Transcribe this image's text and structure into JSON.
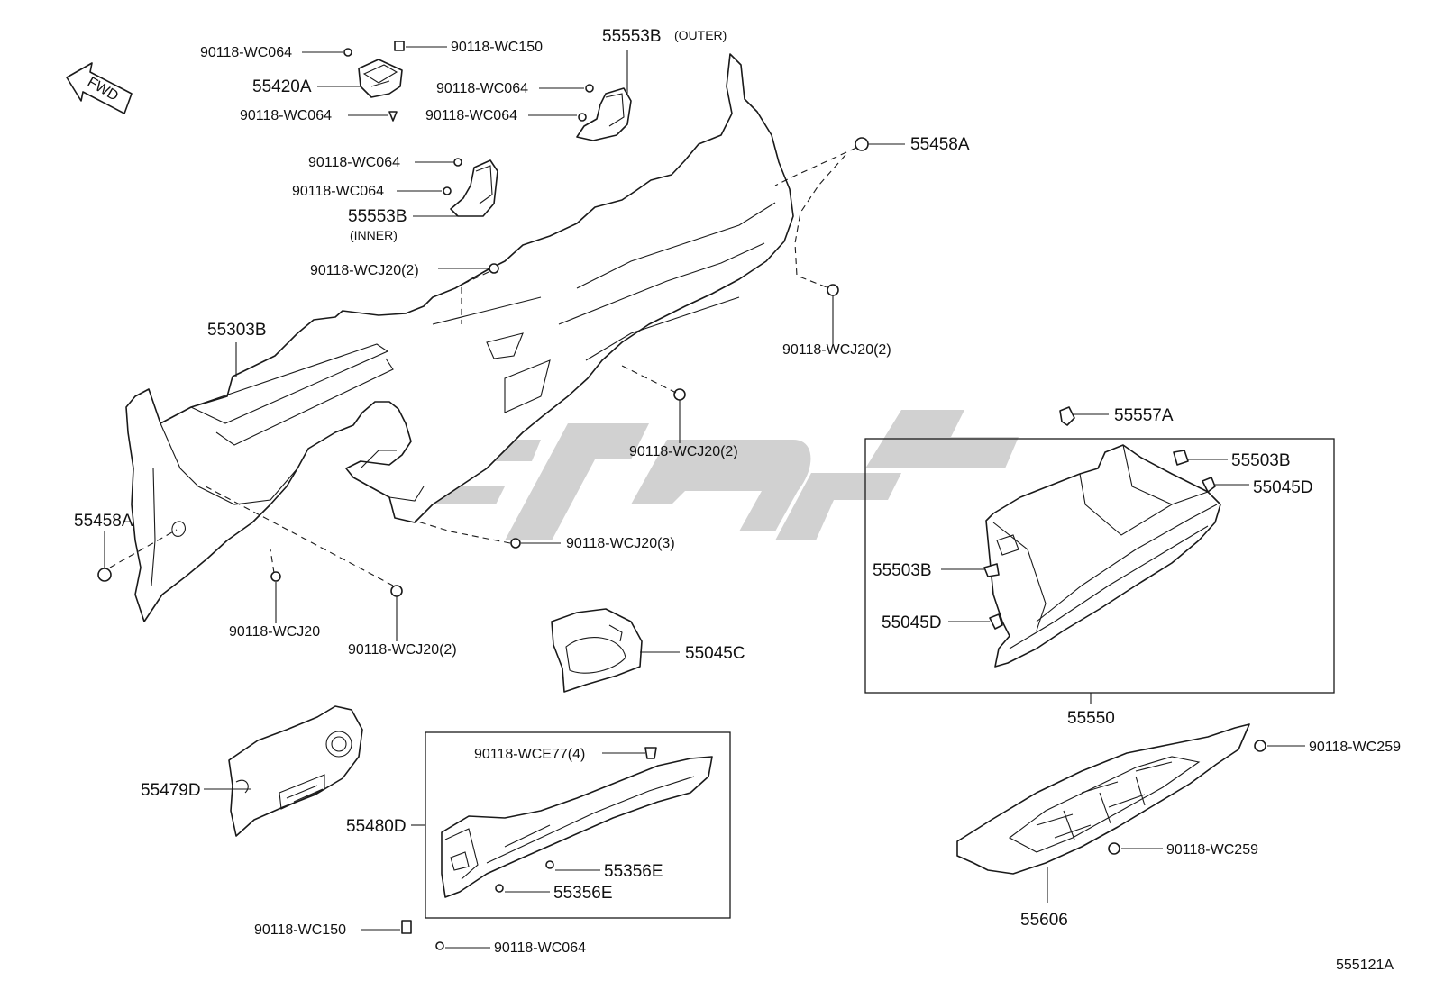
{
  "diagram": {
    "direction_marker": "FWD",
    "figure_code": "555121A",
    "watermark_color": "#c9c9c9",
    "line_color": "#1a1a1a",
    "labels": {
      "l01": "90118-WC064",
      "l02": "90118-WC150",
      "l03": "55420A",
      "l04": "90118-WC064",
      "l05": "55553B",
      "l05b": "(OUTER)",
      "l06": "90118-WC064",
      "l07": "90118-WC064",
      "l08": "55458A",
      "l09": "90118-WC064",
      "l10": "90118-WC064",
      "l11": "55553B",
      "l11b": "(INNER)",
      "l12": "90118-WCJ20(2)",
      "l13": "55303B",
      "l14": "90118-WCJ20(2)",
      "l15": "90118-WCJ20(2)",
      "l16": "55458A",
      "l17": "90118-WCJ20(3)",
      "l18": "90118-WCJ20",
      "l19": "90118-WCJ20(2)",
      "l20": "55045C",
      "l21": "55557A",
      "l22": "55503B",
      "l23": "55045D",
      "l24": "55503B",
      "l25": "55045D",
      "l26": "55550",
      "l27": "55479D",
      "l28": "90118-WCE77(4)",
      "l29": "55480D",
      "l30": "55356E",
      "l31": "55356E",
      "l32": "90118-WC150",
      "l33": "90118-WC064",
      "l34": "90118-WC259",
      "l35": "90118-WC259",
      "l36": "55606"
    }
  }
}
